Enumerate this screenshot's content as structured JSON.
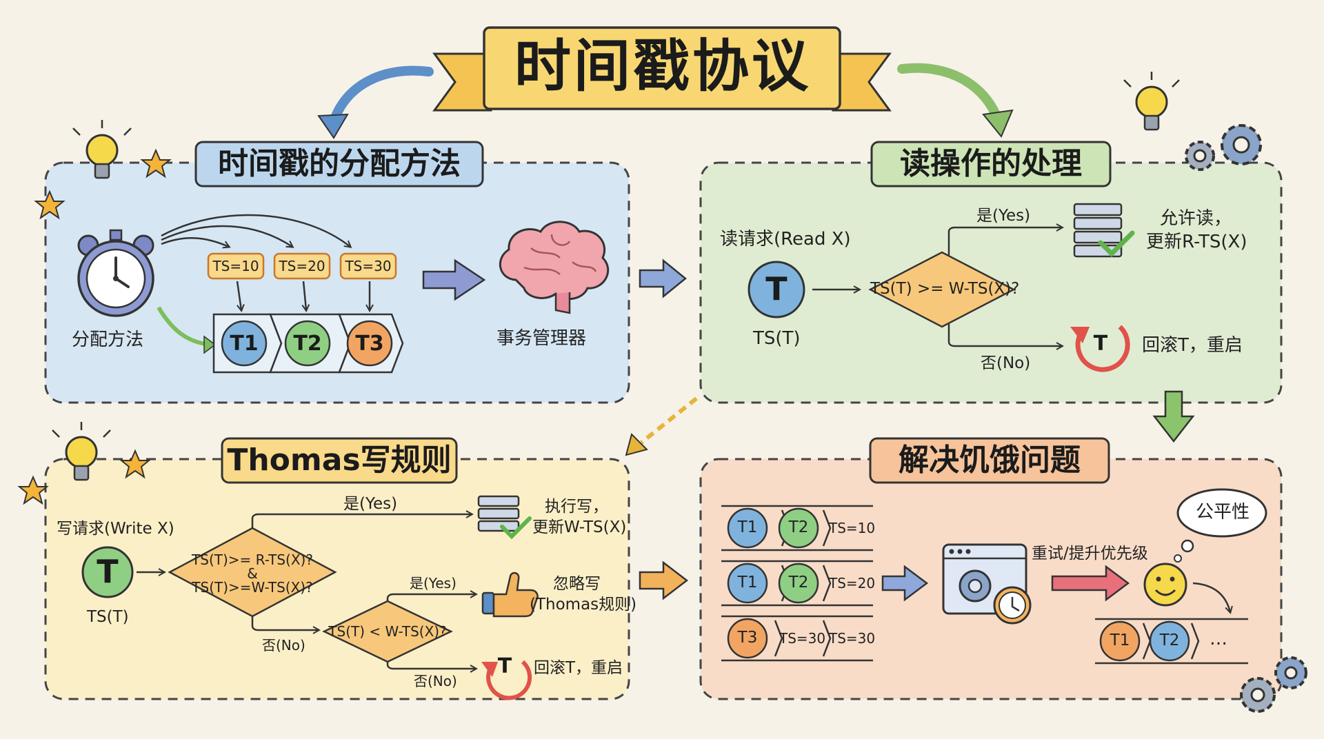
{
  "title": "时间戳协议",
  "sections": {
    "alloc": {
      "title": "时间戳的分配方法",
      "clock_label": "分配方法",
      "ts": [
        "TS=10",
        "TS=20",
        "TS=30"
      ],
      "tx": [
        "T1",
        "T2",
        "T3"
      ],
      "manager": "事务管理器"
    },
    "read": {
      "title": "读操作的处理",
      "request": "读请求(Read X)",
      "node": "T",
      "node_ts": "TS(T)",
      "condition": "TS(T) >= W-TS(X)?",
      "yes": "是(Yes)",
      "no": "否(No)",
      "allow": [
        "允许读，",
        "更新R-TS(X)"
      ],
      "rollback_node": "T",
      "rollback": "回滚T，重启"
    },
    "thomas": {
      "title": "Thomas写规则",
      "request": "写请求(Write X)",
      "node": "T",
      "node_ts": "TS(T)",
      "cond1": [
        "TS(T)>= R-TS(X)?",
        "&",
        "TS(T)>=W-TS(X)?"
      ],
      "yes1": "是(Yes)",
      "exec": [
        "执行写，",
        "更新W-TS(X)"
      ],
      "no1": "否(No)",
      "cond2": "TS(T) < W-TS(X)?",
      "yes2": "是(Yes)",
      "ignore": [
        "忽略写",
        "(Thomas规则)"
      ],
      "no2": "否(No)",
      "rollback_node": "T",
      "rollback": "回滚T，重启"
    },
    "starve": {
      "title": "解决饥饿问题",
      "rows": [
        {
          "a": "T1",
          "b": "T2",
          "ts": "TS=10"
        },
        {
          "a": "T1",
          "b": "T2",
          "ts": "TS=20"
        },
        {
          "a": "T3",
          "b": "TS=30",
          "ts": "TS=30"
        }
      ],
      "retry": "重试/提升优先级",
      "fair": "公平性",
      "queue": [
        "T1",
        "T2",
        "…"
      ]
    }
  },
  "colors": {
    "blue_panel": "#d6e6f3",
    "green_panel": "#e0ecd2",
    "yellow_panel": "#fbefc7",
    "orange_panel": "#f8dcc8",
    "title_banner": "#f8d772",
    "tag": "#f9d98a",
    "node_blue": "#7fb3dd",
    "node_green": "#8fcf84",
    "node_orange": "#f2a563",
    "diamond": "#f7c87b"
  }
}
